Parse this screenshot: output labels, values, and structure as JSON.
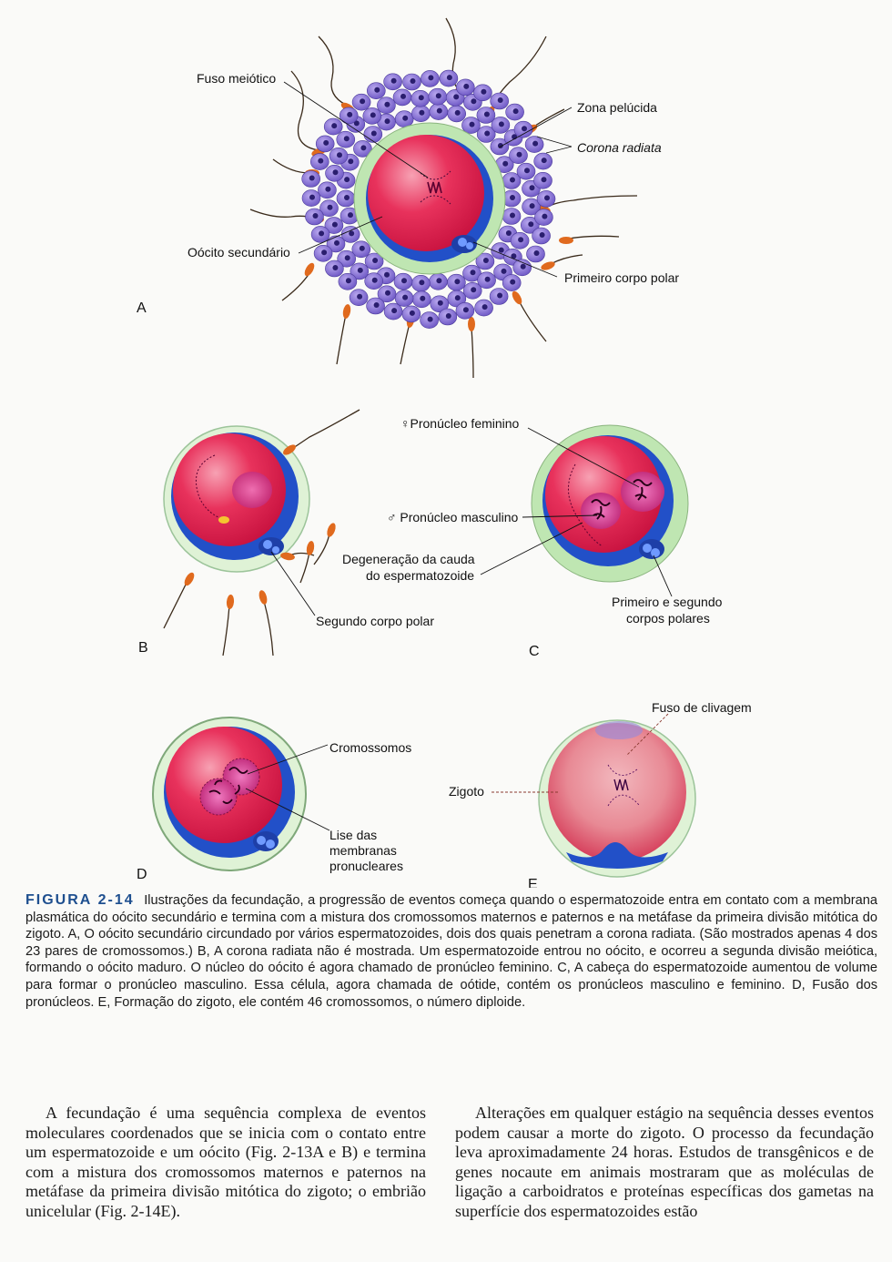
{
  "panels": {
    "a": {
      "letter": "A",
      "labels": {
        "fuso_meiotico": "Fuso meiótico",
        "zona_pelucida": "Zona pelúcida",
        "corona_radiata": "Corona radiata",
        "oocito_secundario": "Oócito secundário",
        "primeiro_corpo_polar": "Primeiro corpo polar"
      }
    },
    "b": {
      "letter": "B",
      "labels": {
        "segundo_corpo_polar": "Segundo corpo polar"
      }
    },
    "c": {
      "letter": "C",
      "labels": {
        "pronucleo_feminino": "♀Pronúcleo feminino",
        "pronucleo_masculino": "♂ Pronúcleo masculino",
        "degeneracao_1": "Degeneração da cauda",
        "degeneracao_2": "do espermatozoide",
        "corpos_polares_1": "Primeiro e segundo",
        "corpos_polares_2": "corpos polares"
      }
    },
    "d": {
      "letter": "D",
      "labels": {
        "cromossomos": "Cromossomos",
        "lise_1": "Lise das",
        "lise_2": "membranas",
        "lise_3": "pronucleares"
      }
    },
    "e": {
      "letter": "E",
      "labels": {
        "fuso_clivagem": "Fuso de clivagem",
        "zigoto": "Zigoto"
      }
    }
  },
  "caption": {
    "label": "FIGURA 2-14",
    "text": "Ilustrações da fecundação, a progressão de eventos começa quando o espermatozoide entra em contato com a membrana plasmática do oócito secundário e termina com a mistura dos cromossomos maternos e paternos e na metáfase da primeira divisão mitótica do zigoto. A, O oócito secundário circundado por vários espermatozoides, dois dos quais penetram a corona radiata. (São mostrados apenas 4 dos 23 pares de cromossomos.) B, A corona radiata não é mostrada. Um espermatozoide entrou no oócito, e ocorreu a segunda divisão meiótica, formando o oócito maduro. O núcleo do oócito é agora chamado de pronúcleo feminino. C, A cabeça do espermatozoide aumentou de volume para formar o pronúcleo masculino. Essa célula, agora chamada de oótide, contém os pronúcleos masculino e feminino. D, Fusão dos pronúcleos. E, Formação do zigoto, ele contém 46 cromossomos, o número diploide."
  },
  "body": {
    "left": "A fecundação é uma sequência complexa de eventos moleculares coordenados que se inicia com o contato entre um espermatozoide e um oócito (Fig. 2-13A e B) e termina com a mistura dos cromossomos maternos e paternos na metáfase da primeira divisão mitótica do zigoto; o embrião unicelular (Fig. 2-14E).",
    "right": "Alterações em qualquer estágio na sequência desses eventos podem causar a morte do zigoto. O processo da fecundação leva aproximadamente 24 horas. Estudos de transgênicos e de genes nocaute em animais mostraram que as moléculas de ligação a carboidratos e proteínas específicas dos gametas na superfície dos espermatozoides estão"
  },
  "colors": {
    "cytoplasm": "#e4234f",
    "membrane": "#2250c8",
    "zona": "#bfe6b2",
    "corona": "#8a6fd0",
    "sperm": "#e06a1e",
    "caption_label": "#1e4f8f"
  }
}
